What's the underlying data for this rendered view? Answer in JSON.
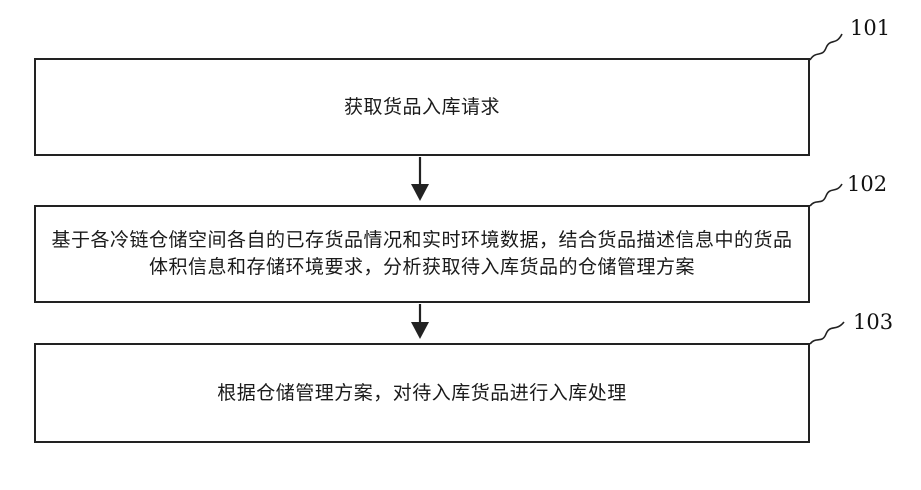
{
  "flowchart": {
    "steps": [
      {
        "label": "101",
        "text": "获取货品入库请求"
      },
      {
        "label": "102",
        "text": "基于各冷链仓储空间各自的已存货品情况和实时环境数据，结合货品描述信息中的货品体积信息和存储环境要求，分析获取待入库货品的仓储管理方案"
      },
      {
        "label": "103",
        "text": "根据仓储管理方案，对待入库货品进行入库处理"
      }
    ]
  }
}
